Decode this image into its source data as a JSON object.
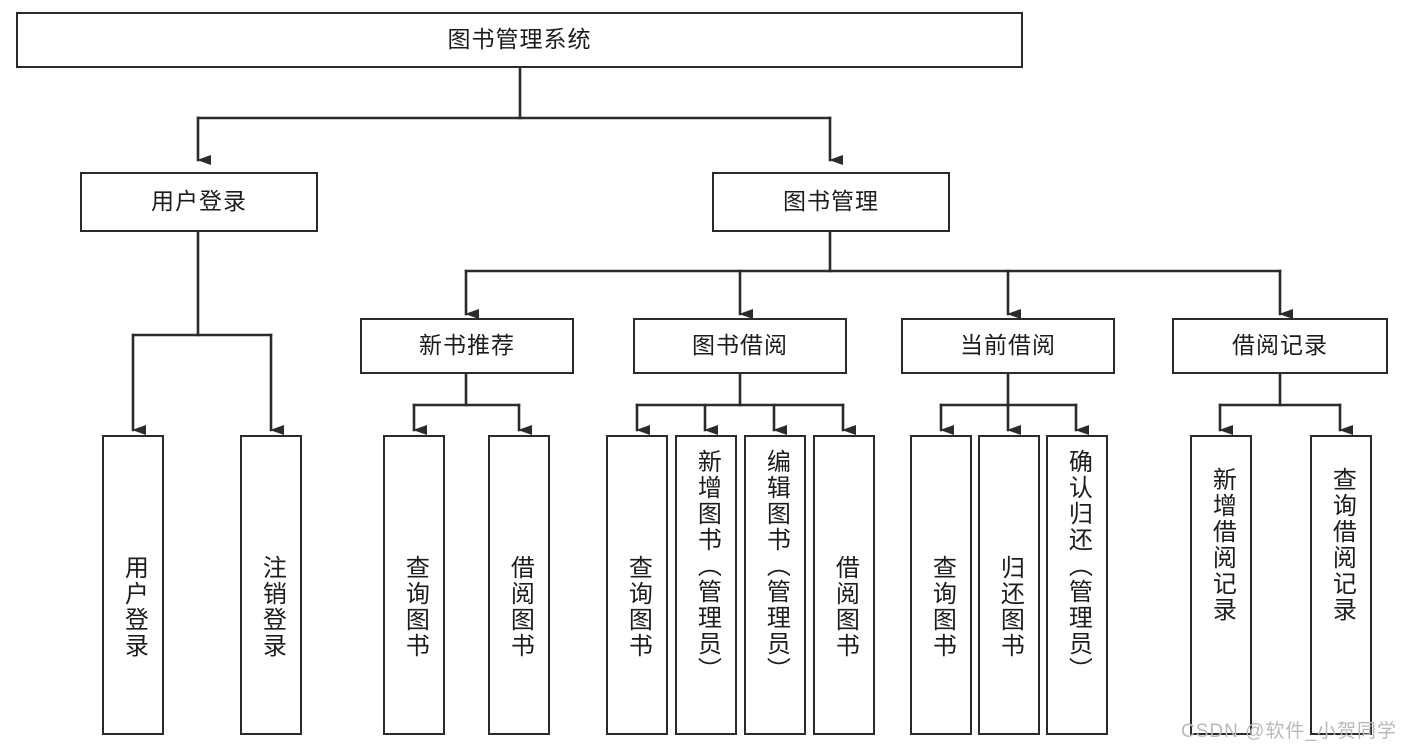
{
  "diagram": {
    "type": "hierarchy-tree",
    "title": "图书管理系统",
    "watermark": "CSDN @软件_小贺同学",
    "colors": {
      "background": "#ffffff",
      "stroke": "#2b2b2b",
      "text": "#1c1c1c",
      "watermark": "#b9b9b9"
    },
    "levels": {
      "root": {
        "label": "图书管理系统"
      },
      "level2": [
        {
          "id": "user-login",
          "label": "用户登录"
        },
        {
          "id": "book-management",
          "label": "图书管理"
        }
      ],
      "level3": [
        {
          "id": "new-book-recommend",
          "label": "新书推荐"
        },
        {
          "id": "book-borrow",
          "label": "图书借阅"
        },
        {
          "id": "current-borrow",
          "label": "当前借阅"
        },
        {
          "id": "borrow-record",
          "label": "借阅记录"
        }
      ],
      "leaves": {
        "user-login": [
          {
            "id": "leaf-user-login",
            "label": "用户登录"
          },
          {
            "id": "leaf-user-logout",
            "label": "注销登录"
          }
        ],
        "new-book-recommend": [
          {
            "id": "leaf-query-book-1",
            "label": "查询图书"
          },
          {
            "id": "leaf-borrow-book-1",
            "label": "借阅图书"
          }
        ],
        "book-borrow": [
          {
            "id": "leaf-query-book-2",
            "label": "查询图书"
          },
          {
            "id": "leaf-add-book",
            "label": "新增图书（管理员）"
          },
          {
            "id": "leaf-edit-book",
            "label": "编辑图书（管理员）"
          },
          {
            "id": "leaf-borrow-book-2",
            "label": "借阅图书"
          }
        ],
        "current-borrow": [
          {
            "id": "leaf-query-book-3",
            "label": "查询图书"
          },
          {
            "id": "leaf-return-book",
            "label": "归还图书"
          },
          {
            "id": "leaf-confirm-return",
            "label": "确认归还（管理员）"
          }
        ],
        "borrow-record": [
          {
            "id": "leaf-add-record",
            "label": "新增借阅记录"
          },
          {
            "id": "leaf-query-record",
            "label": "查询借阅记录"
          }
        ]
      }
    }
  }
}
